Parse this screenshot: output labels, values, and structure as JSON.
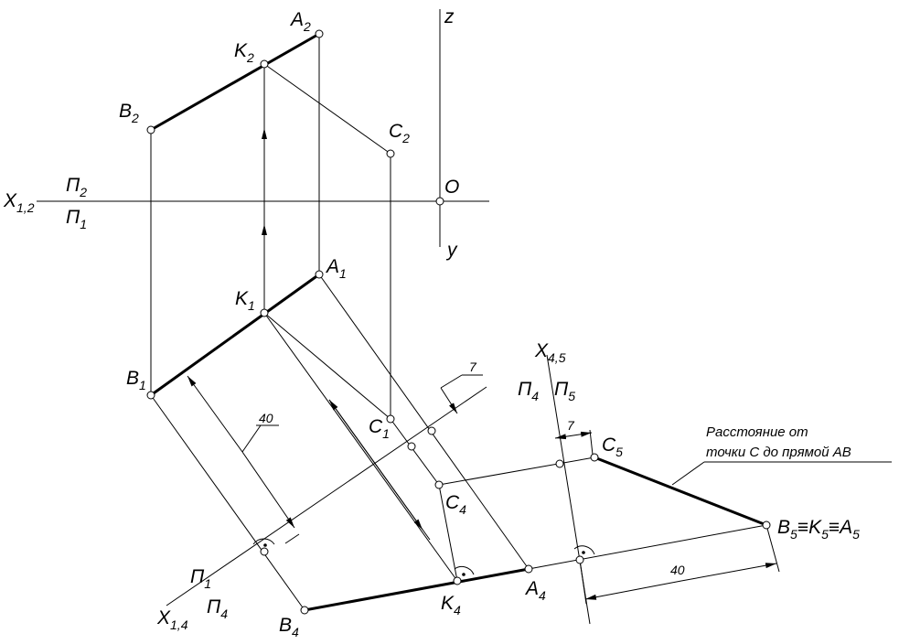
{
  "axes": {
    "z": "z",
    "y": "y",
    "origin": "O",
    "x12": {
      "main": "X",
      "sub": "1,2"
    },
    "x14": {
      "main": "X",
      "sub": "1,4"
    },
    "x45": {
      "main": "X",
      "sub": "4,5"
    },
    "pi2_top": {
      "main": "П",
      "sub": "2"
    },
    "pi1_top": {
      "main": "П",
      "sub": "1"
    },
    "pi1_left": {
      "main": "П",
      "sub": "1"
    },
    "pi4_left": {
      "main": "П",
      "sub": "4"
    },
    "pi4_right": {
      "main": "П",
      "sub": "4"
    },
    "pi5_right": {
      "main": "П",
      "sub": "5"
    }
  },
  "points": {
    "A2": {
      "main": "A",
      "sub": "2"
    },
    "K2": {
      "main": "K",
      "sub": "2"
    },
    "B2": {
      "main": "B",
      "sub": "2"
    },
    "C2": {
      "main": "C",
      "sub": "2"
    },
    "A1": {
      "main": "A",
      "sub": "1"
    },
    "K1": {
      "main": "K",
      "sub": "1"
    },
    "B1": {
      "main": "B",
      "sub": "1"
    },
    "C1": {
      "main": "C",
      "sub": "1"
    },
    "A4": {
      "main": "A",
      "sub": "4"
    },
    "K4": {
      "main": "K",
      "sub": "4"
    },
    "B4": {
      "main": "B",
      "sub": "4"
    },
    "C4": {
      "main": "C",
      "sub": "4"
    },
    "C5": {
      "main": "C",
      "sub": "5"
    },
    "B5": {
      "parts": [
        "B",
        "5",
        "≡K",
        "5",
        "≡A",
        "5"
      ]
    }
  },
  "dimensions": {
    "left_40": "40",
    "upper_7": "7",
    "right_7": "7",
    "right_40": "40"
  },
  "note": {
    "line1": "Расстояние от",
    "line2": "точки С до прямой АВ"
  }
}
